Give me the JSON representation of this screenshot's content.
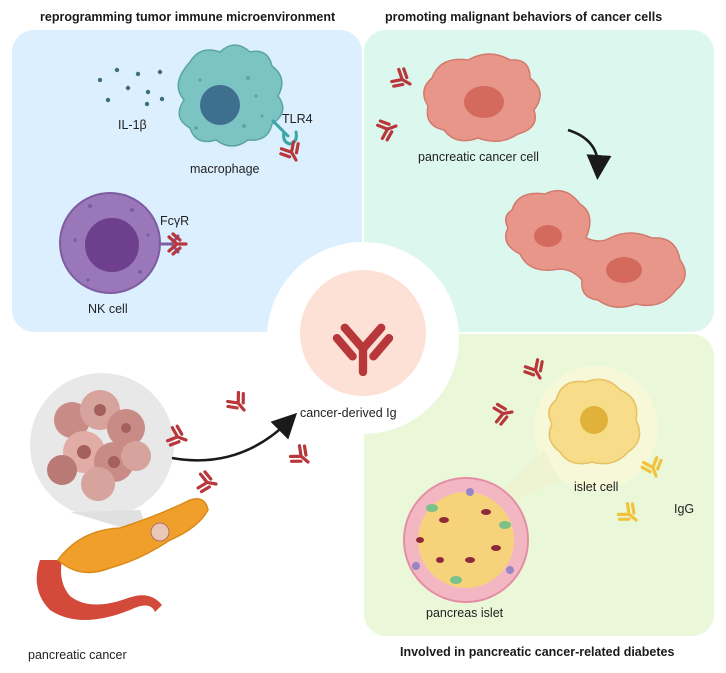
{
  "panels": {
    "top_left": {
      "title": "reprogramming tumor immune microenvironment",
      "labels": {
        "cytokine": "IL-1β",
        "receptor_tlr": "TLR4",
        "macrophage": "macrophage",
        "receptor_fc": "FcγR",
        "nk": "NK cell"
      }
    },
    "top_right": {
      "title": "promoting malignant behaviors of cancer cells",
      "labels": {
        "cancer_cell": "pancreatic cancer cell"
      }
    },
    "center": {
      "label": "cancer-derived Ig"
    },
    "bottom_left": {
      "label": "pancreatic cancer"
    },
    "bottom_right": {
      "title": "Involved in pancreatic cancer-related diabetes",
      "labels": {
        "islet_cell": "islet cell",
        "igg": "IgG",
        "islet": "pancreas islet"
      }
    }
  },
  "colors": {
    "top_left_bg": "#dcefff",
    "top_right_bg": "#dcf7ee",
    "bottom_right_bg": "#eaf7d9",
    "antibody_red": "#b8373a",
    "antibody_yellow": "#f2c23a",
    "macrophage": "#7cc3c4",
    "nk_cell": "#9a77b8",
    "cancer_cell": "#e8968a",
    "islet_cell": "#f7dc8a"
  }
}
